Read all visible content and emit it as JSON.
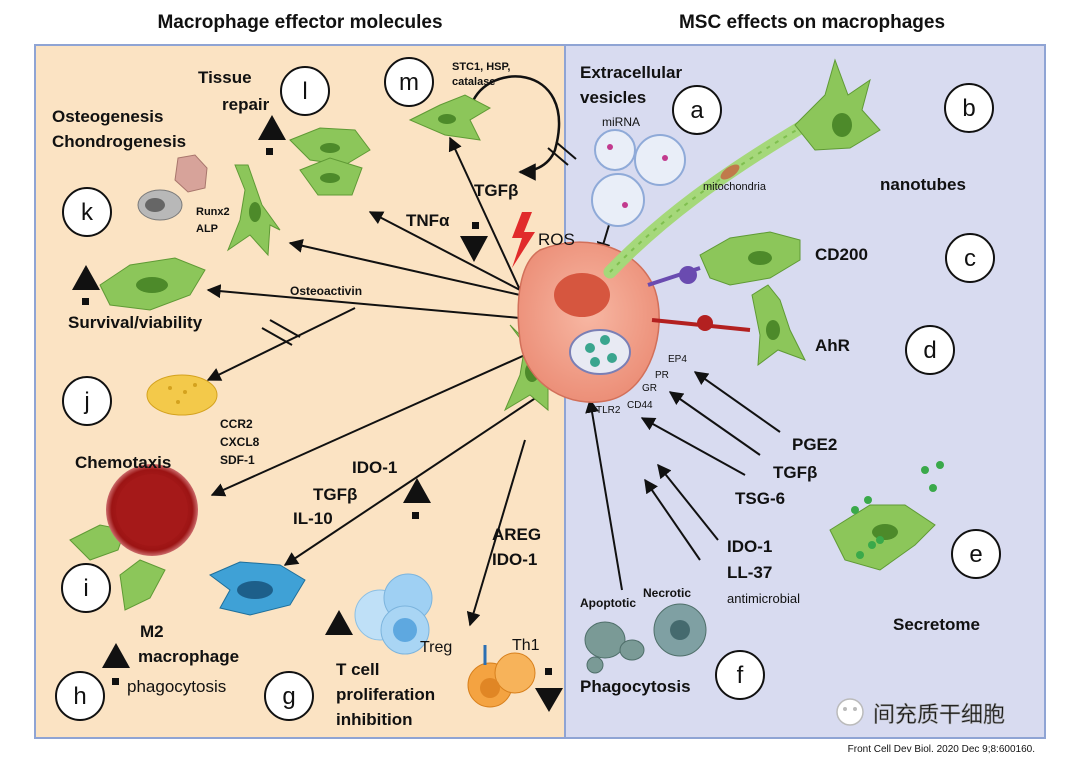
{
  "headers": {
    "left": "Macrophage effector molecules",
    "right": "MSC effects on macrophages"
  },
  "panels": {
    "a": "a",
    "b": "b",
    "c": "c",
    "d": "d",
    "e": "e",
    "f": "f",
    "g": "g",
    "h": "h",
    "i": "i",
    "j": "j",
    "k": "k",
    "l": "l",
    "m": "m"
  },
  "left_labels": {
    "tissue_repair_1": "Tissue",
    "tissue_repair_2": "repair",
    "osteogenesis": "Osteogenesis",
    "chondrogenesis": "Chondrogenesis",
    "stc1_1": "STC1, HSP,",
    "stc1_2": "catalase",
    "tgfb_top": "TGFβ",
    "tnfa": "TNFα",
    "ros": "ROS",
    "runx2": "Runx2",
    "alp": "ALP",
    "osteoactivin": "Osteoactivin",
    "survival": "Survival/viability",
    "ccr2": "CCR2",
    "cxcl8": "CXCL8",
    "sdf1": "SDF-1",
    "chemotaxis": "Chemotaxis",
    "ido1_mid": "IDO-1",
    "tgfb_mid": "TGFβ",
    "il10": "IL-10",
    "areg": "AREG",
    "ido1_areg": "IDO-1",
    "m2": "M2",
    "macrophage": "macrophage",
    "phagocytosis_small": "phagocytosis",
    "tcell_1": "T cell",
    "tcell_2": "proliferation",
    "tcell_3": "inhibition",
    "treg": "Treg",
    "th1": "Th1"
  },
  "right_labels": {
    "ev_1": "Extracellular",
    "ev_2": "vesicles",
    "mirna": "miRNA",
    "mitochondria": "mitochondria",
    "nanotubes": "nanotubes",
    "cd200": "CD200",
    "ahr": "AhR",
    "ep4": "EP4",
    "pr": "PR",
    "gr": "GR",
    "cd44": "CD44",
    "tlr2": "TLR2",
    "pge2": "PGE2",
    "tgfb": "TGFβ",
    "tsg6": "TSG-6",
    "ido1": "IDO-1",
    "ll37": "LL-37",
    "antimicrobial": "antimicrobial",
    "apoptotic": "Apoptotic",
    "necrotic": "Necrotic",
    "phagocytosis": "Phagocytosis",
    "secretome": "Secretome"
  },
  "watermark": "间充质干细胞",
  "citation": "Front Cell Dev Biol. 2020 Dec 9;8:600160.",
  "colors": {
    "left_bg": "#fbe3c3",
    "right_bg": "#d8dbf0",
    "border": "#8fa4d4",
    "msc_green": "#7fbf4f",
    "macrophage": "#f2a08c",
    "ros_red": "#e12b2b"
  }
}
